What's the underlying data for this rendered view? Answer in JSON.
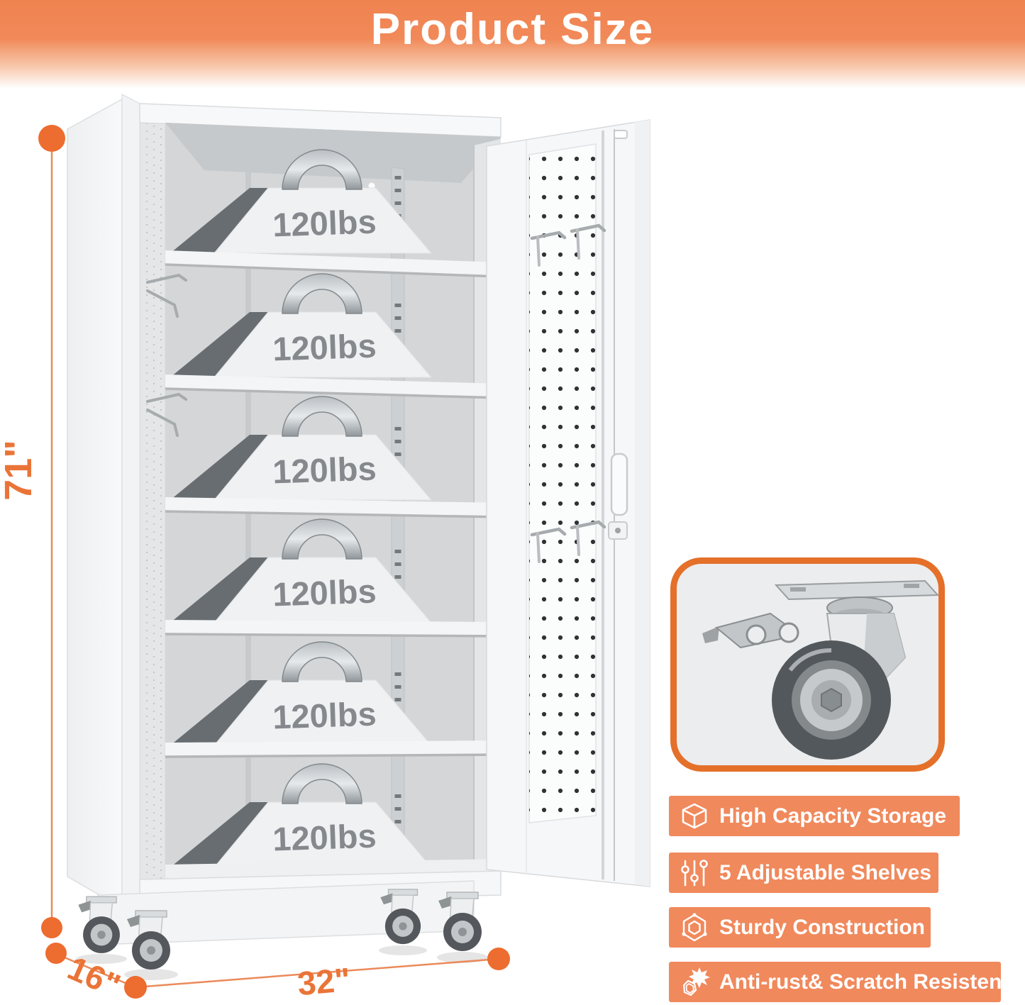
{
  "header": {
    "title": "Product Size"
  },
  "dimensions": {
    "height": "71\"",
    "depth": "16\"",
    "width": "32\""
  },
  "weights": {
    "label": "120lbs"
  },
  "features": [
    {
      "icon": "cube-icon",
      "label": "High Capacity Storage"
    },
    {
      "icon": "sliders-icon",
      "label": "5 Adjustable Shelves"
    },
    {
      "icon": "hexagon-icon",
      "label": "Sturdy Construction"
    },
    {
      "icon": "shield-splash-icon",
      "label": "Anti-rust& Scratch Resistent"
    }
  ],
  "colors": {
    "accent_orange": "#ED6C2F",
    "dimension_text_orange": "#EA7438",
    "badge_orange": "#F0895C",
    "detail_border_orange": "#E4702A",
    "header_orange": "#F08350"
  }
}
